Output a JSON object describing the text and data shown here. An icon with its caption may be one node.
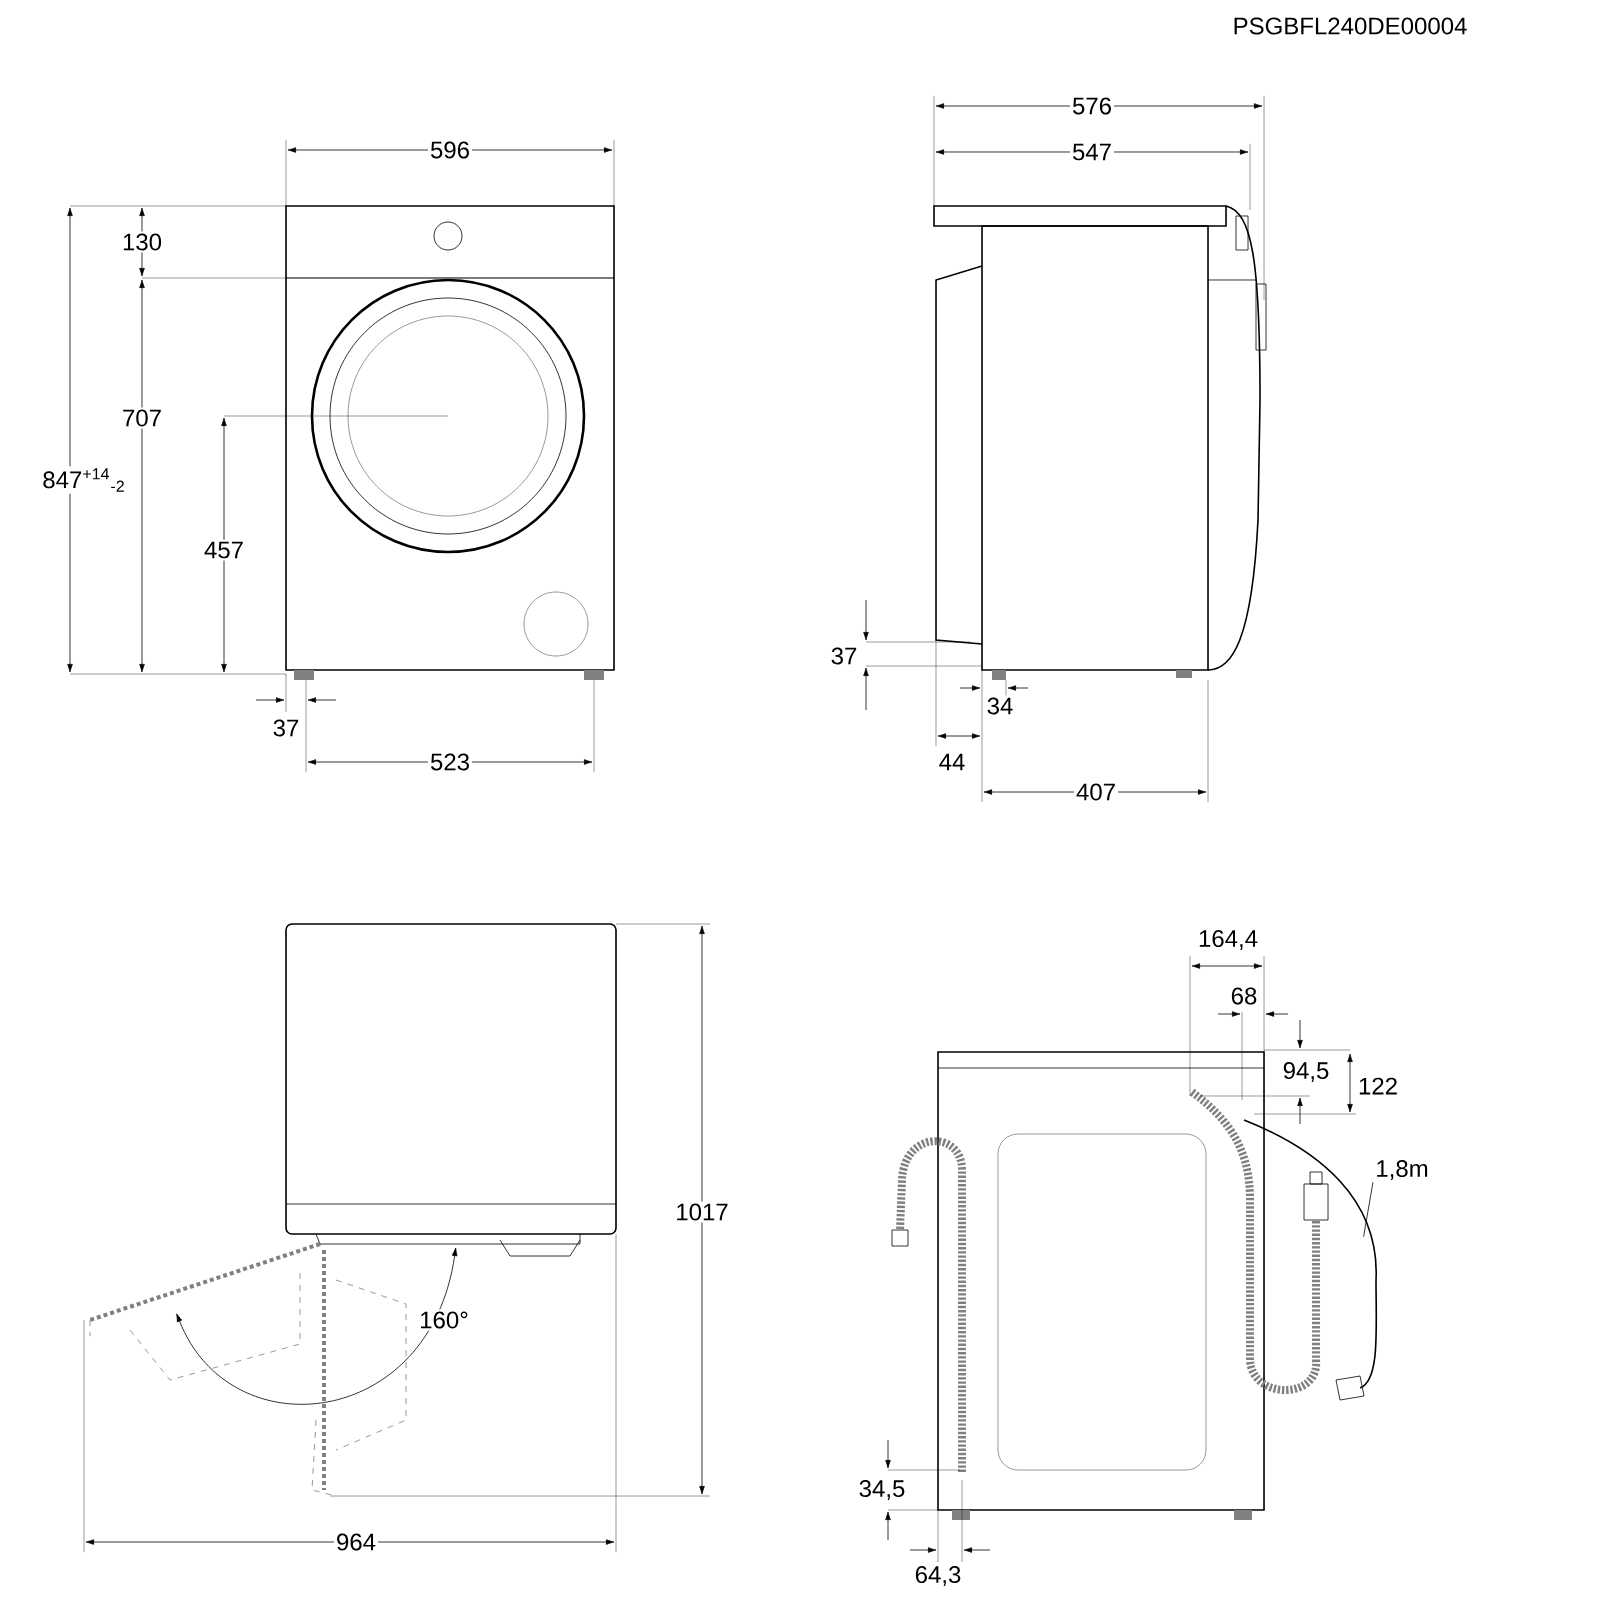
{
  "diagram": {
    "nodes": [
      {
        "text": [
          "1,8m"
        ]
      },
      {
        "text": [],
        "shape": "picture"
      }
    ],
    "edges": [
      {
        "from": 0,
        "to": 1,
        "arrow": "none"
      }
    ],
    "labels": [
      "PSGBFL240DE00004",
      "596",
      "576",
      "547",
      "130",
      "707",
      "457",
      "847$^{+14}$$_{-2}$",
      "37",
      "37",
      "34",
      "523",
      "44",
      "407",
      "164,4",
      "68",
      "94,5",
      "122",
      "1017",
      "160°",
      "964",
      "34,5",
      "64,3"
    ]
  }
}
